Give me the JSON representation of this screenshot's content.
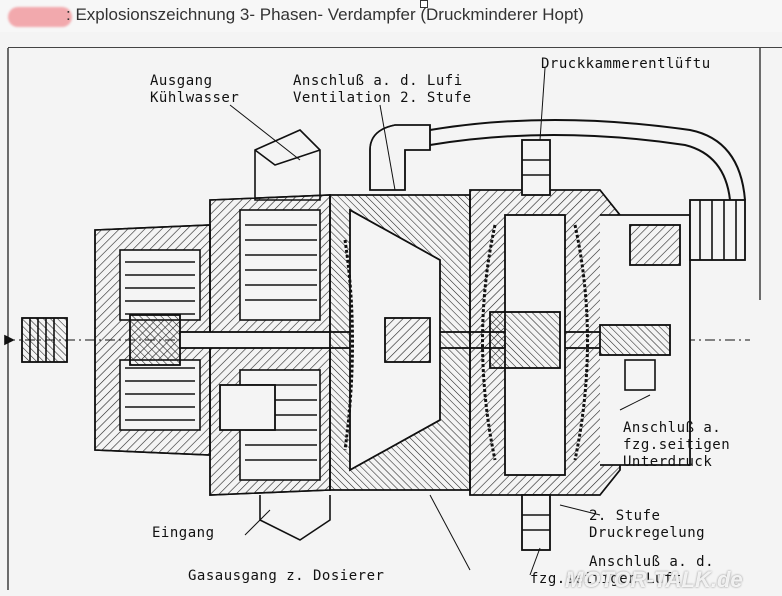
{
  "title": ": Explosionszeichnung 3- Phasen- Verdampfer (Druckminderer Hopt)",
  "labels": {
    "ausgang": "Ausgang",
    "kuehlwasser": "Kühlwasser",
    "anschluss_lufi": "Anschluß a. d. Lufi",
    "ventilation": "Ventilation 2. Stufe",
    "druckkammer": "Druckkammerentlüftu",
    "anschluss_a": "Anschluß a.",
    "fzg_seitigen": "fzg.seitigen",
    "unterdruck": "Unterdruck",
    "stufe2": "2. Stufe",
    "druckregelung": "Druckregelung",
    "eingang": "Eingang",
    "anschluss_a_d": "Anschluß a. d.",
    "gasausgang": "Gasausgang z. Dosierer",
    "fzg_bottom": "fzg.seitigen Luft"
  },
  "watermark": "MOTOR-TALK.de"
}
